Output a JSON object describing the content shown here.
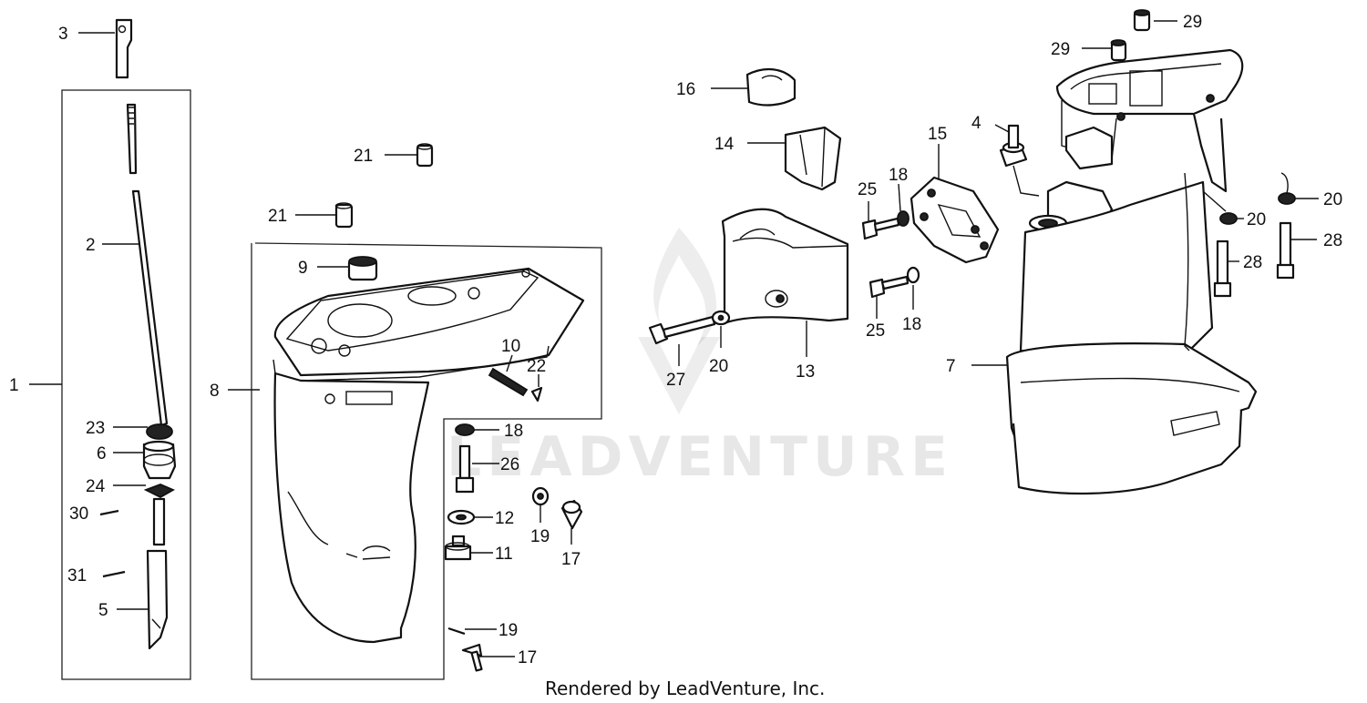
{
  "callouts": {
    "c1": "1",
    "c2": "2",
    "c3": "3",
    "c4": "4",
    "c5": "5",
    "c6": "6",
    "c7": "7",
    "c8": "8",
    "c9": "9",
    "c10": "10",
    "c11": "11",
    "c12": "12",
    "c13": "13",
    "c14": "14",
    "c15": "15",
    "c16": "16",
    "c17a": "17",
    "c17b": "17",
    "c18a": "18",
    "c18b": "18",
    "c18c": "18",
    "c19a": "19",
    "c19b": "19",
    "c20a": "20",
    "c20b": "20",
    "c20c": "20",
    "c21a": "21",
    "c21b": "21",
    "c22": "22",
    "c23": "23",
    "c24": "24",
    "c25a": "25",
    "c25b": "25",
    "c26": "26",
    "c27": "27",
    "c28a": "28",
    "c28b": "28",
    "c29a": "29",
    "c29b": "29",
    "c30": "30",
    "c31": "31"
  },
  "watermark": "LEADVENTURE",
  "footer": "Rendered by LeadVenture, Inc."
}
